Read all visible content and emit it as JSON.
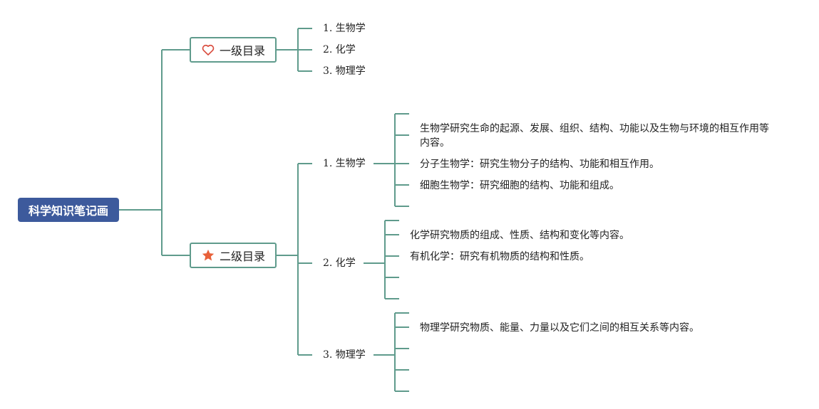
{
  "colors": {
    "connector": "#5f9b8c",
    "root_fill": "#3d5a9c",
    "root_text": "#ffffff",
    "heart_icon": "#d94a3c",
    "star_icon": "#e8613a"
  },
  "root": {
    "label": "科学知识笔记画"
  },
  "branches": [
    {
      "label": "一级目录",
      "icon": "heart-outline-icon",
      "topics": [
        {
          "label": "1. 生物学"
        },
        {
          "label": "2. 化学"
        },
        {
          "label": "3. 物理学"
        }
      ]
    },
    {
      "label": "二级目录",
      "icon": "star-icon",
      "topics": [
        {
          "label": "1. 生物学",
          "notes": [
            "生物学研究生命的起源、发展、组织、结构、功能以及生物与环境的相互作用等内容。",
            "分子生物学：研究生物分子的结构、功能和相互作用。",
            "细胞生物学：研究细胞的结构、功能和组成。"
          ]
        },
        {
          "label": "2. 化学",
          "notes": [
            "化学研究物质的组成、性质、结构和变化等内容。",
            "有机化学：研究有机物质的结构和性质。"
          ]
        },
        {
          "label": "3. 物理学",
          "notes": [
            "物理学研究物质、能量、力量以及它们之间的相互关系等内容。"
          ]
        }
      ]
    }
  ]
}
